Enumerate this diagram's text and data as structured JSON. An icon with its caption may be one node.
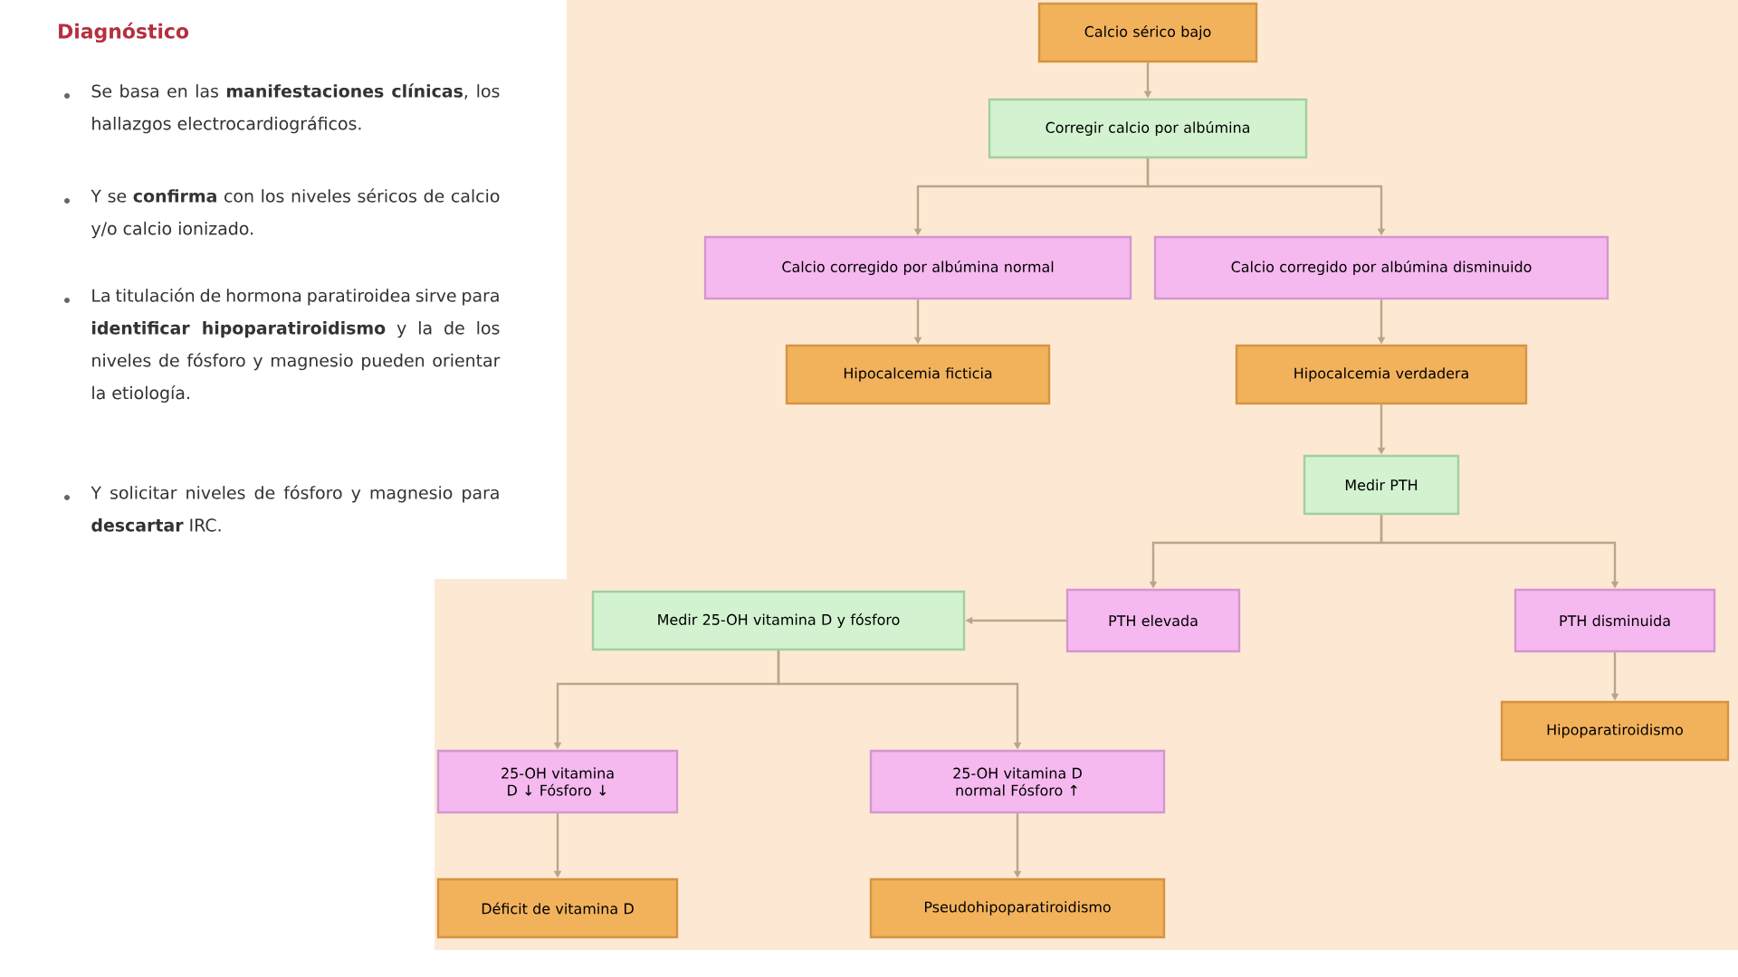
{
  "diagram": {
    "title": "Diagnóstico",
    "nodes": [
      {
        "text": [
          "Calcio sérico bajo"
        ]
      },
      {
        "text": [
          "Corregir calcio por albúmina"
        ]
      },
      {
        "text": [
          "Calcio corregido por albúmina normal"
        ]
      },
      {
        "text": [
          "Calcio corregido por albúmina disminuido"
        ]
      },
      {
        "text": [
          "Hipocalcemia ficticia"
        ]
      },
      {
        "text": [
          "Hipocalcemia verdadera"
        ]
      },
      {
        "text": [
          "Medir PTH"
        ]
      },
      {
        "text": [
          "PTH elevada"
        ]
      },
      {
        "text": [
          "PTH disminuida"
        ]
      },
      {
        "text": [
          "Hipoparatiroidismo"
        ]
      },
      {
        "text": [
          "Medir 25-OH vitamina D y fósforo"
        ]
      },
      {
        "text": [
          "25-OH vitamina D ↓ Fósforo ↓"
        ]
      },
      {
        "text": [
          "25-OH vitamina D normal Fósforo ↑"
        ]
      },
      {
        "text": [
          "Déficit de vitamina D"
        ]
      },
      {
        "text": [
          "Pseudohipoparatiroidismo"
        ]
      }
    ],
    "edges": [
      {
        "from": 0,
        "to": 1,
        "arrow": "to"
      },
      {
        "from": 1,
        "to": 2,
        "arrow": "to"
      },
      {
        "from": 1,
        "to": 3,
        "arrow": "to"
      },
      {
        "from": 2,
        "to": 4,
        "arrow": "to"
      },
      {
        "from": 3,
        "to": 5,
        "arrow": "to"
      },
      {
        "from": 5,
        "to": 6,
        "arrow": "to"
      },
      {
        "from": 6,
        "to": 7,
        "arrow": "to"
      },
      {
        "from": 6,
        "to": 8,
        "arrow": "to"
      },
      {
        "from": 8,
        "to": 9,
        "arrow": "to"
      },
      {
        "from": 7,
        "to": 10,
        "arrow": "to"
      },
      {
        "from": 10,
        "to": 11,
        "arrow": "to"
      },
      {
        "from": 10,
        "to": 12,
        "arrow": "to"
      },
      {
        "from": 11,
        "to": 13,
        "arrow": "to"
      },
      {
        "from": 12,
        "to": 14,
        "arrow": "to"
      }
    ],
    "labels": [
      "Se basa en las **manifestaciones clínicas**, los hallazgos electrocardiográficos.",
      "Y se **confirma** con los niveles séricos de calcio y/o calcio ionizado.",
      "La titulación de hormona paratiroidea sirve para **identificar hipoparatiroidismo** y la de los niveles de fósforo y magnesio pueden orientar la etiología.",
      "Y solicitar niveles de fósforo y magnesio para **descartar** IRC."
    ]
  }
}
